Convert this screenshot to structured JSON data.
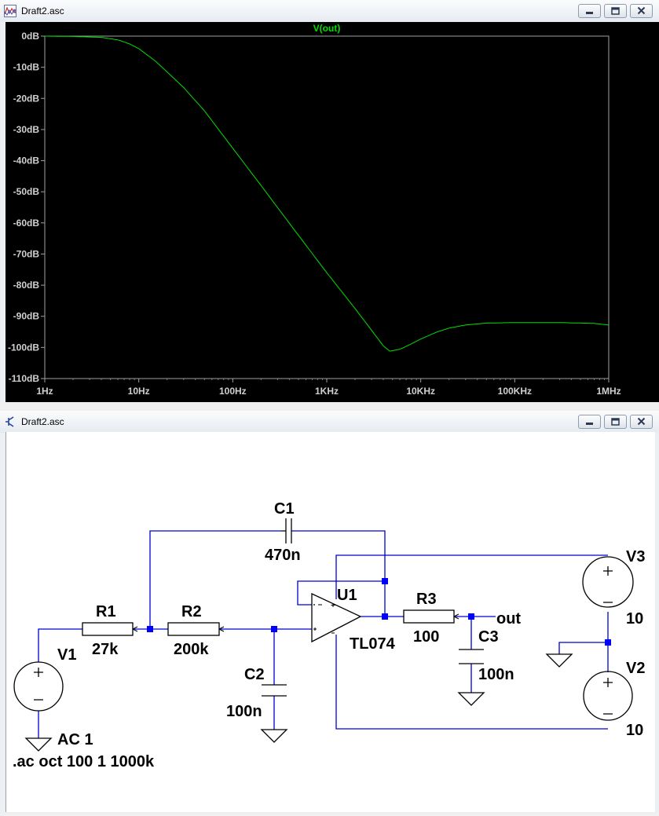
{
  "waveform_window": {
    "title": "Draft2.asc",
    "icon": "waveform-icon"
  },
  "schematic_window": {
    "title": "Draft2.asc",
    "icon": "schematic-icon"
  },
  "window_controls": [
    "minimize-icon",
    "maximize-icon",
    "close-icon"
  ],
  "colors": {
    "trace": "#00e000",
    "axis_text": "#d0d0d0",
    "wire": "#0000d0",
    "component": "#000000",
    "junction": "#0000ff"
  },
  "chart_data": {
    "type": "line",
    "title": "V(out)",
    "x_scale": "log",
    "xlim": [
      1,
      1000000
    ],
    "ylim": [
      -110,
      0
    ],
    "grid": false,
    "x_tick_values": [
      1,
      10,
      100,
      1000,
      10000,
      100000,
      1000000
    ],
    "x_tick_labels": [
      "1Hz",
      "10Hz",
      "100Hz",
      "1KHz",
      "10KHz",
      "100KHz",
      "1MHz"
    ],
    "y_tick_values": [
      0,
      -10,
      -20,
      -30,
      -40,
      -50,
      -60,
      -70,
      -80,
      -90,
      -100,
      -110
    ],
    "y_tick_labels": [
      "0dB",
      "-10dB",
      "-20dB",
      "-30dB",
      "-40dB",
      "-50dB",
      "-60dB",
      "-70dB",
      "-80dB",
      "-90dB",
      "-100dB",
      "-110dB"
    ],
    "series": [
      {
        "name": "V(out)",
        "x": [
          1,
          2,
          4,
          6,
          8,
          10,
          15,
          20,
          30,
          50,
          100,
          200,
          500,
          1000,
          2000,
          3000,
          4000,
          4700,
          6000,
          8000,
          10000,
          15000,
          20000,
          30000,
          50000,
          100000,
          300000,
          700000,
          1000000
        ],
        "y": [
          0,
          -0.1,
          -0.4,
          -1.2,
          -2.5,
          -4,
          -8,
          -11.5,
          -16.5,
          -24,
          -36,
          -48,
          -64,
          -76,
          -87.5,
          -94.5,
          -99.5,
          -101.2,
          -100.6,
          -98.8,
          -97.3,
          -95,
          -93.8,
          -92.8,
          -92.2,
          -92,
          -92,
          -92.3,
          -92.8
        ]
      }
    ]
  },
  "schematic": {
    "components": {
      "R1": {
        "name": "R1",
        "value": "27k"
      },
      "R2": {
        "name": "R2",
        "value": "200k"
      },
      "R3": {
        "name": "R3",
        "value": "100"
      },
      "C1": {
        "name": "C1",
        "value": "470n"
      },
      "C2": {
        "name": "C2",
        "value": "100n"
      },
      "C3": {
        "name": "C3",
        "value": "100n"
      },
      "V1": {
        "name": "V1",
        "value": "AC 1"
      },
      "V2": {
        "name": "V2",
        "value": "10"
      },
      "V3": {
        "name": "V3",
        "value": "10"
      },
      "U1": {
        "name": "U1",
        "value": "TL074"
      }
    },
    "net_label": "out",
    "directive": ".ac oct 100 1 1000k"
  }
}
